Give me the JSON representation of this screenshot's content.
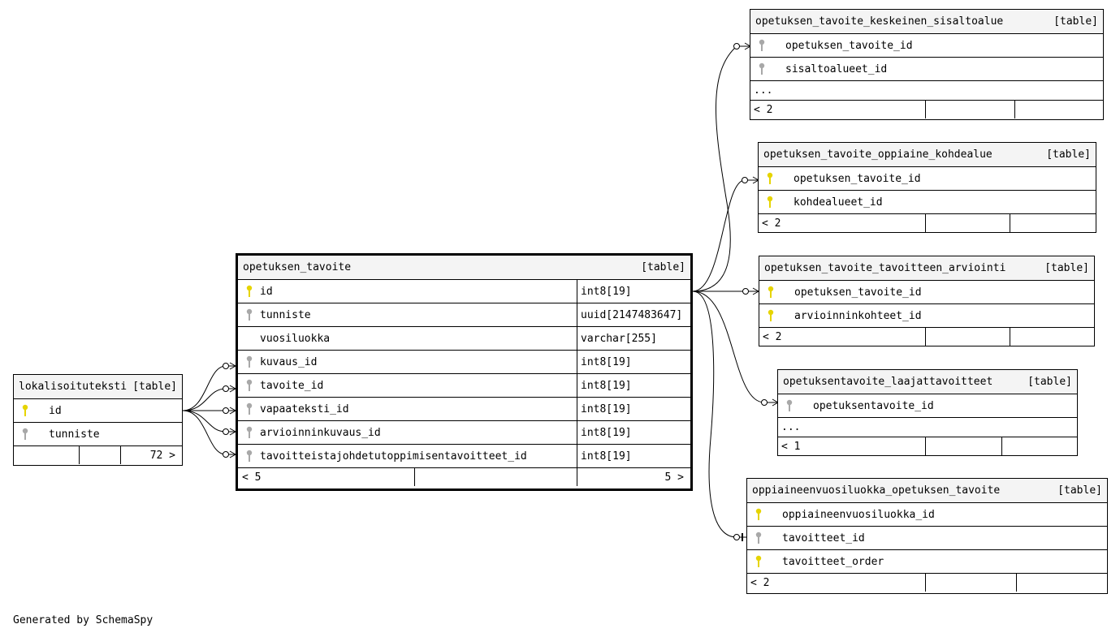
{
  "footer": {
    "generated": "Generated by SchemaSpy"
  },
  "table_tag": "[table]",
  "tables": {
    "main": {
      "name": "opetuksen_tavoite",
      "columns": [
        {
          "name": "id",
          "type": "int8[19]",
          "key": "primary"
        },
        {
          "name": "tunniste",
          "type": "uuid[2147483647]",
          "key": "foreign"
        },
        {
          "name": "vuosiluokka",
          "type": "varchar[255]",
          "key": "none"
        },
        {
          "name": "kuvaus_id",
          "type": "int8[19]",
          "key": "foreign"
        },
        {
          "name": "tavoite_id",
          "type": "int8[19]",
          "key": "foreign"
        },
        {
          "name": "vapaateksti_id",
          "type": "int8[19]",
          "key": "foreign"
        },
        {
          "name": "arvioinninkuvaus_id",
          "type": "int8[19]",
          "key": "foreign"
        },
        {
          "name": "tavoitteistajohdetutoppimisentavoitteet_id",
          "type": "int8[19]",
          "key": "foreign"
        }
      ],
      "parents": "< 5",
      "children": "5 >"
    },
    "lokalisoituteksti": {
      "name": "lokalisoituteksti",
      "columns": [
        {
          "name": "id",
          "key": "primary"
        },
        {
          "name": "tunniste",
          "key": "foreign"
        }
      ],
      "children": "72 >"
    },
    "keskeinen": {
      "name": "opetuksen_tavoite_keskeinen_sisaltoalue",
      "columns": [
        {
          "name": "opetuksen_tavoite_id",
          "key": "foreign"
        },
        {
          "name": "sisaltoalueet_id",
          "key": "foreign"
        }
      ],
      "more": "...",
      "parents": "< 2"
    },
    "kohdealue": {
      "name": "opetuksen_tavoite_oppiaine_kohdealue",
      "columns": [
        {
          "name": "opetuksen_tavoite_id",
          "key": "primary"
        },
        {
          "name": "kohdealueet_id",
          "key": "primary"
        }
      ],
      "parents": "< 2"
    },
    "arviointi": {
      "name": "opetuksen_tavoite_tavoitteen_arviointi",
      "columns": [
        {
          "name": "opetuksen_tavoite_id",
          "key": "primary"
        },
        {
          "name": "arvioinninkohteet_id",
          "key": "primary"
        }
      ],
      "parents": "< 2"
    },
    "laajat": {
      "name": "opetuksentavoite_laajattavoitteet",
      "columns": [
        {
          "name": "opetuksentavoite_id",
          "key": "foreign"
        }
      ],
      "more": "...",
      "parents": "< 1"
    },
    "vuosiluokka_tavoite": {
      "name": "oppiaineenvuosiluokka_opetuksen_tavoite",
      "columns": [
        {
          "name": "oppiaineenvuosiluokka_id",
          "key": "primary"
        },
        {
          "name": "tavoitteet_id",
          "key": "foreign"
        },
        {
          "name": "tavoitteet_order",
          "key": "primary"
        }
      ],
      "parents": "< 2"
    }
  },
  "colors": {
    "primary_key": "#e6d400",
    "foreign_key": "#a8a8a8",
    "header_bg": "#f4f4f4"
  }
}
